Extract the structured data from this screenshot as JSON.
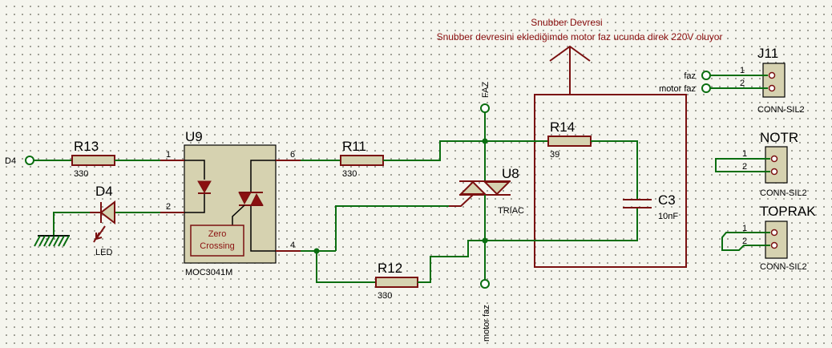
{
  "snubber": {
    "title": "Snubber Devresi",
    "note": "Snubber devresini eklediğimde motor faz ucunda direk 220V oluyor"
  },
  "terminals": {
    "d4": "D4",
    "faz": "FAZ",
    "motor_faz": "motor faz"
  },
  "r13": {
    "ref": "R13",
    "value": "330"
  },
  "r11": {
    "ref": "R11",
    "value": "330"
  },
  "r12": {
    "ref": "R12",
    "value": "330"
  },
  "r14": {
    "ref": "R14",
    "value": "39"
  },
  "c3": {
    "ref": "C3",
    "value": "10nF"
  },
  "d4": {
    "ref": "D4",
    "value": "LED"
  },
  "u9": {
    "ref": "U9",
    "part": "MOC3041M",
    "zc_line1": "Zero",
    "zc_line2": "Crossing",
    "pins": [
      "1",
      "2",
      "6",
      "4"
    ]
  },
  "u8": {
    "ref": "U8",
    "value": "TRIAC"
  },
  "j11": {
    "ref": "J11",
    "part": "CONN-SIL2",
    "pins": [
      "1",
      "2"
    ],
    "nets": [
      "faz",
      "motor faz"
    ]
  },
  "notr": {
    "ref": "NOTR",
    "part": "CONN-SIL2",
    "pins": [
      "1",
      "2"
    ]
  },
  "toprak": {
    "ref": "TOPRAK",
    "part": "CONN-SIL2",
    "pins": [
      "1",
      "2"
    ]
  },
  "colors": {
    "wire": "#0a6e10",
    "component_outline": "#7a1010",
    "component_fill": "#d6d2b0",
    "annotation": "#8b1010"
  }
}
